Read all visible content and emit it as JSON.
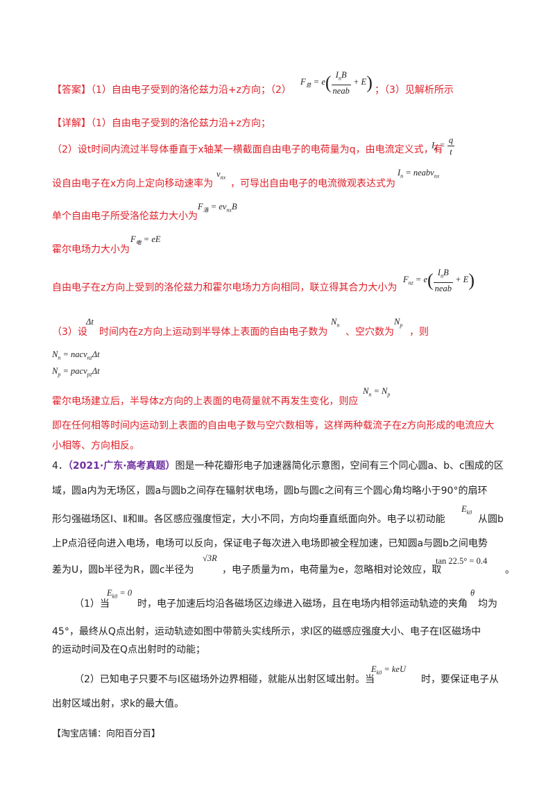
{
  "answer": {
    "label": "【答案】",
    "p1": "（1）自由电子受到的洛伦兹力沿+z方向；（2）",
    "p3": "；（3）见解析所示",
    "eq": "F_总 = e(I_nB/neab + E)"
  },
  "detail": {
    "label": "【详解】",
    "l1": "（1）自由电子受到的洛伦兹力沿+z方向；",
    "l2": "（2）设t时间内流过半导体垂直于x轴某一横截面自由电子的电荷量为q，由电流定义式，有",
    "l2_eq": "I_n = q/t",
    "l3": "设自由电子在x方向上定向移动速率为",
    "l3_sym": "v_nx",
    "l3b": "，可导出自由电子的电流微观表达式为",
    "l3_eq": "I_n = neabv_nx",
    "l4": "单个自由电子所受洛伦兹力大小为",
    "l4_eq": "F_洛 = ev_nx B",
    "l5": "霍尔电场力大小为",
    "l5_eq": "F_电 = eE",
    "l6": "自由电子在z方向上受到的洛伦兹力和霍尔电场力方向相同，联立得其合力大小为",
    "l6_eq": "F_nz = e(I_nB/neab + E)",
    "l7a": "（3）设",
    "l7_sym": "Δt",
    "l7b": "时间内在z方向上运动到半导体上表面的自由电子数为",
    "l7_nn": "N_n",
    "l7c": "、空穴数为",
    "l7_np": "N_p",
    "l7d": "，则",
    "eq_nn": "N_n = nacv_nz Δt",
    "eq_np": "N_p = pacv_pz Δt",
    "l8": "霍尔电场建立后，半导体z方向的上表面的电荷量就不再发生变化，则应",
    "l8_eq": "N_n = N_p",
    "l9": "即在任何相等时间内运动到上表面的自由电子数与空穴数相等，这样两种载流子在z方向形成的电流应大",
    "l10": "小相等、方向相反。"
  },
  "problem": {
    "num": "4．",
    "source": "（2021·广东·高考真题）",
    "t1": "图是一种花瓣形电子加速器简化示意图，空间有三个同心圆a、b、c围成的区",
    "t2": "域，圆a内为无场区，圆a与圆b之间存在辐射状电场，圆b与圆c之间有三个圆心角均略小于90°的扇环",
    "t3a": "形匀强磁场区Ⅰ、Ⅱ和Ⅲ。各区感应强度恒定，大小不同，方向均垂直纸面向外。电子以初动能",
    "t3_sym": "E_k0",
    "t3b": "从圆b",
    "t4": "上P点沿径向进入电场，电场可以反向，保证电子每次进入电场即被全程加速，已知圆a与圆b之间电势",
    "t5a": "差为U，圆b半径为R，圆c半径为",
    "t5_sym": "√3R",
    "t5b": "，电子质量为m，电荷量为e，忽略相对论效应，取",
    "t5_eq": "tan 22.5° = 0.4",
    "t5c": "。",
    "q1a": "（1）当",
    "q1_eq": "E_k0 = 0",
    "q1b": "时，电子加速后均沿各磁场区边缘进入磁场，且在电场内相邻运动轨迹的夹角",
    "q1_sym": "θ",
    "q1c": "均为",
    "q1d": "45°，最终从Q点出射，运动轨迹如图中带箭头实线所示，求Ⅰ区的磁感应强度大小、电子在Ⅰ区磁场中",
    "q1e": "的运动时间及在Q点出射时的动能；",
    "q2a": "（2）已知电子只要不与Ⅰ区磁场外边界相碰，就能从出射区域出射。当",
    "q2_eq": "E_k0 = keU",
    "q2b": "时，要保证电子从",
    "q2c": "出射区域出射，求k的最大值。"
  },
  "footer": "【淘宝店铺：向阳百分百】"
}
